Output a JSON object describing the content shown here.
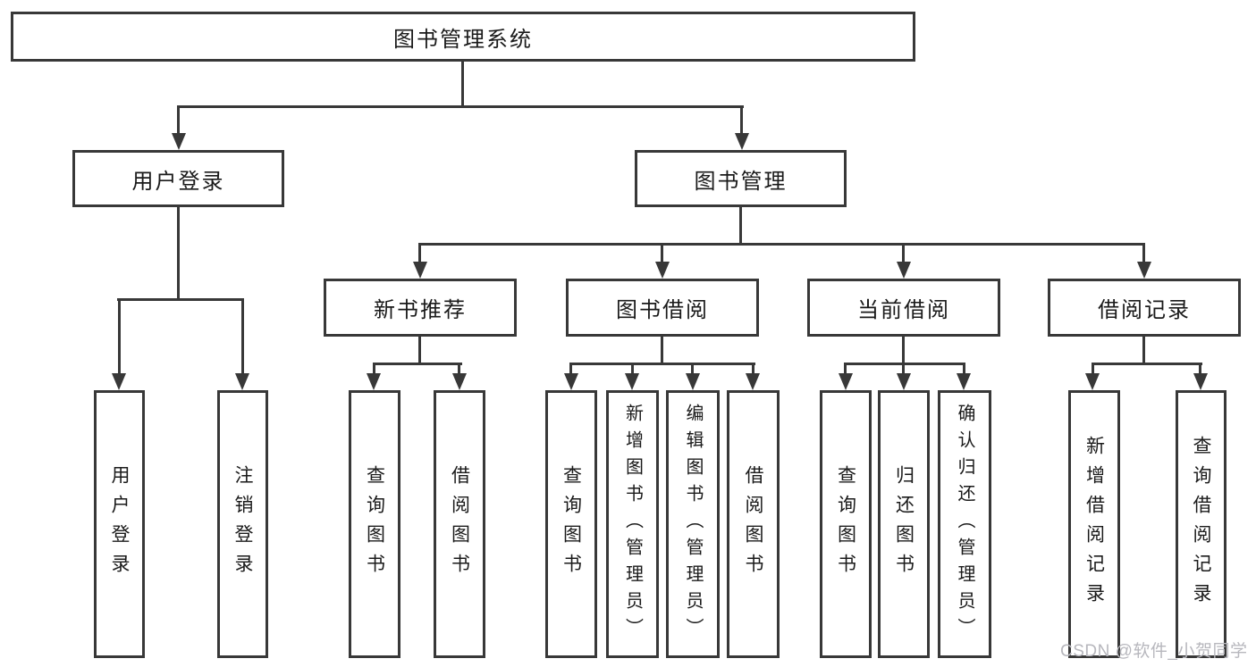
{
  "title": "图书管理系统",
  "level2": {
    "left": "用户登录",
    "right": "图书管理"
  },
  "level3": [
    "新书推荐",
    "图书借阅",
    "当前借阅",
    "借阅记录"
  ],
  "leaves": {
    "userLogin": [
      "用户登录",
      "注销登录"
    ],
    "newBookRec": [
      "查询图书",
      "借阅图书"
    ],
    "bookBorrow": [
      "查询图书",
      "新增图书（管理员）",
      "编辑图书（管理员）",
      "借阅图书"
    ],
    "currentBorrow": [
      "查询图书",
      "归还图书",
      "确认归还（管理员）"
    ],
    "borrowRecords": [
      "新增借阅记录",
      "查询借阅记录"
    ]
  },
  "watermark": "CSDN @软件_小贺同学",
  "colors": {
    "line": "#383838",
    "text": "#1a1a1a",
    "watermark": "#b7b7bd",
    "background": "#ffffff"
  }
}
